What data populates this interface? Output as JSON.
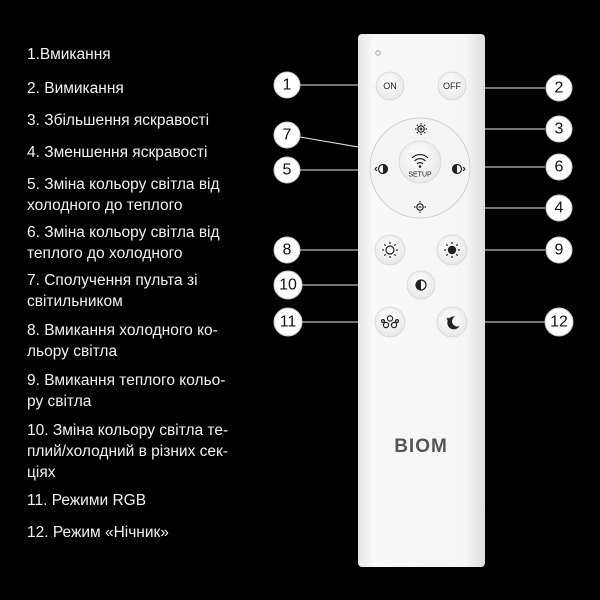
{
  "legend": [
    "1.Вмикання",
    "2. Вимикання",
    "3. Збільшення яскравості",
    "4. Зменшення яскравості",
    "5. Зміна кольору світла від\nхолодного до теплого",
    "6. Зміна кольору світла від\nтеплого до холодного",
    "7. Сполучення пульта зі\nсвітильником",
    "8. Вмикання холодного ко-\nльору світла",
    "9. Вмикання теплого кольо-\nру світла",
    "10. Зміна кольору світла те-\nплий/холодний в різних сек-\nціях",
    "11. Режими RGB",
    "12. Режим «Нічник»"
  ],
  "remote": {
    "on_label": "ON",
    "off_label": "OFF",
    "setup_label": "SETUP",
    "brand": "BIOM"
  },
  "callouts": [
    "1",
    "2",
    "3",
    "4",
    "5",
    "6",
    "7",
    "8",
    "9",
    "10",
    "11",
    "12"
  ],
  "colors": {
    "background": "#000000",
    "remote_body": "#f7f7f7",
    "text": "#f2f2f2"
  }
}
